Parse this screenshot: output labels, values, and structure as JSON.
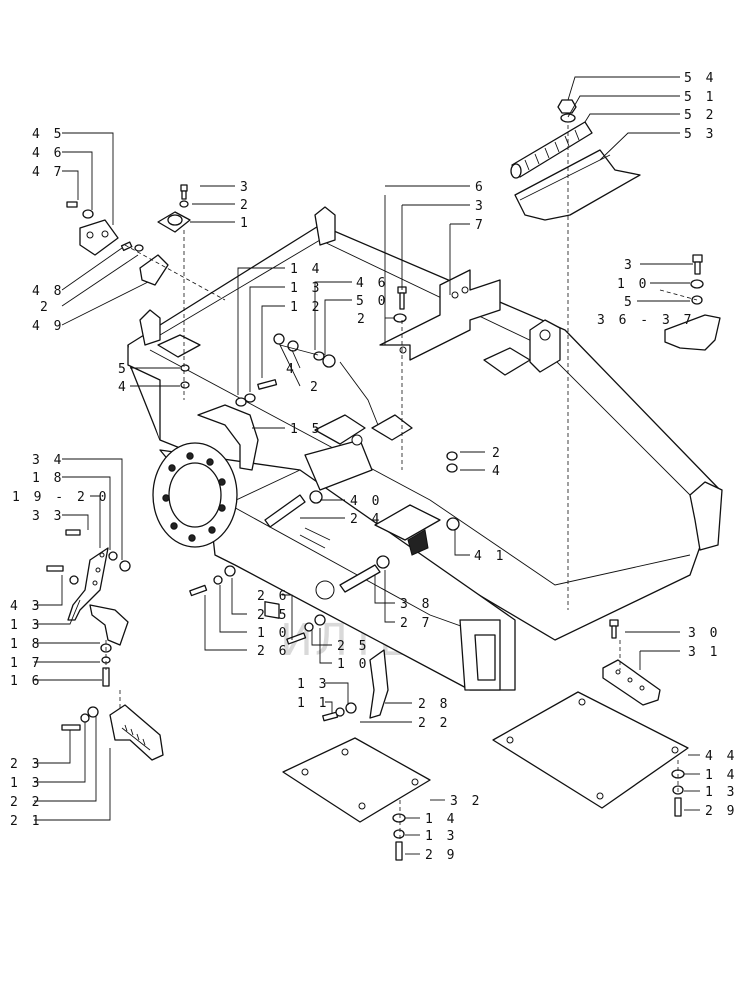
{
  "watermark": {
    "text": "ИЛТЕХ",
    "gear_color": "#f3b3b3",
    "text_color": "#d9d9d9"
  },
  "callouts": [
    {
      "id": "c54",
      "text": "5 4"
    },
    {
      "id": "c51",
      "text": "5 1"
    },
    {
      "id": "c52",
      "text": "5 2"
    },
    {
      "id": "c53",
      "text": "5 3"
    },
    {
      "id": "c45",
      "text": "4 5"
    },
    {
      "id": "c46",
      "text": "4 6"
    },
    {
      "id": "c47",
      "text": "4 7"
    },
    {
      "id": "c3a",
      "text": "3"
    },
    {
      "id": "c2a",
      "text": "2"
    },
    {
      "id": "c1",
      "text": "1"
    },
    {
      "id": "c6",
      "text": "6"
    },
    {
      "id": "c3b",
      "text": "3"
    },
    {
      "id": "c7",
      "text": "7"
    },
    {
      "id": "c48",
      "text": "4 8"
    },
    {
      "id": "c2b",
      "text": "2"
    },
    {
      "id": "c49",
      "text": "4 9"
    },
    {
      "id": "c14a",
      "text": "1 4"
    },
    {
      "id": "c13a",
      "text": "1 3"
    },
    {
      "id": "c12",
      "text": "1 2"
    },
    {
      "id": "c46b",
      "text": "4 6"
    },
    {
      "id": "c50",
      "text": "5 0"
    },
    {
      "id": "c2c",
      "text": "2"
    },
    {
      "id": "c3c",
      "text": "3"
    },
    {
      "id": "c10a",
      "text": "1 0"
    },
    {
      "id": "c5a",
      "text": "5"
    },
    {
      "id": "c3637",
      "text": "3 6 - 3 7"
    },
    {
      "id": "c5b",
      "text": "5"
    },
    {
      "id": "c4a",
      "text": "4"
    },
    {
      "id": "c4b",
      "text": "4"
    },
    {
      "id": "c2d",
      "text": "2"
    },
    {
      "id": "c15",
      "text": "1 5"
    },
    {
      "id": "c2e",
      "text": "2"
    },
    {
      "id": "c4c",
      "text": "4"
    },
    {
      "id": "c34",
      "text": "3 4"
    },
    {
      "id": "c18a",
      "text": "1 8"
    },
    {
      "id": "c1920",
      "text": "1 9 - 2 0"
    },
    {
      "id": "c33",
      "text": "3 3"
    },
    {
      "id": "c40",
      "text": "4 0"
    },
    {
      "id": "c24",
      "text": "2 4"
    },
    {
      "id": "c41",
      "text": "4 1"
    },
    {
      "id": "c43",
      "text": "4 3"
    },
    {
      "id": "c13b",
      "text": "1 3"
    },
    {
      "id": "c18b",
      "text": "1 8"
    },
    {
      "id": "c17",
      "text": "1 7"
    },
    {
      "id": "c16",
      "text": "1 6"
    },
    {
      "id": "c26a",
      "text": "2 6"
    },
    {
      "id": "c25a",
      "text": "2 5"
    },
    {
      "id": "c10b",
      "text": "1 0"
    },
    {
      "id": "c26b",
      "text": "2 6"
    },
    {
      "id": "c25b",
      "text": "2 5"
    },
    {
      "id": "c10c",
      "text": "1 0"
    },
    {
      "id": "c38",
      "text": "3 8"
    },
    {
      "id": "c27",
      "text": "2 7"
    },
    {
      "id": "c30",
      "text": "3 0"
    },
    {
      "id": "c31",
      "text": "3 1"
    },
    {
      "id": "c13c",
      "text": "1 3"
    },
    {
      "id": "c11",
      "text": "1 1"
    },
    {
      "id": "c28",
      "text": "2 8"
    },
    {
      "id": "c22a",
      "text": "2 2"
    },
    {
      "id": "c23",
      "text": "2 3"
    },
    {
      "id": "c13d",
      "text": "1 3"
    },
    {
      "id": "c22b",
      "text": "2 2"
    },
    {
      "id": "c21",
      "text": "2 1"
    },
    {
      "id": "c44",
      "text": "4 4"
    },
    {
      "id": "c14b",
      "text": "1 4"
    },
    {
      "id": "c13e",
      "text": "1 3"
    },
    {
      "id": "c29a",
      "text": "2 9"
    },
    {
      "id": "c32",
      "text": "3 2"
    },
    {
      "id": "c14c",
      "text": "1 4"
    },
    {
      "id": "c13f",
      "text": "1 3"
    },
    {
      "id": "c29b",
      "text": "2 9"
    }
  ]
}
